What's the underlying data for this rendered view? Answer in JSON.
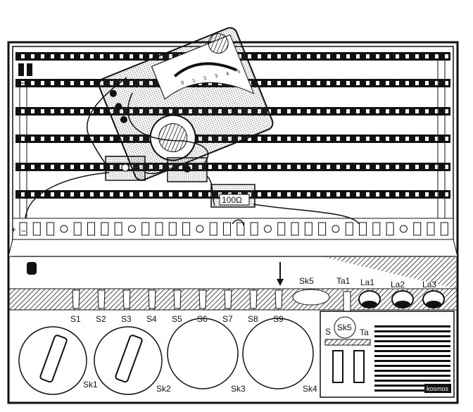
{
  "labels": {
    "switches": [
      "S1",
      "S2",
      "S3",
      "S4",
      "S5",
      "S6",
      "S7",
      "S8",
      "S9"
    ],
    "sockets": [
      "Sk1",
      "Sk2",
      "Sk3",
      "Sk4",
      "Sk5"
    ],
    "tap": "Ta1",
    "lamps": [
      "La1",
      "La2",
      "La3"
    ],
    "panel_switch": "S",
    "panel_socket": "Sk5",
    "panel_tap": "Ta",
    "resistor": "100Ω",
    "brand": "kosmos",
    "plus": "+",
    "minus": "−",
    "meter_scale": [
      "0",
      "1",
      "2",
      "3",
      "4",
      "5"
    ]
  }
}
